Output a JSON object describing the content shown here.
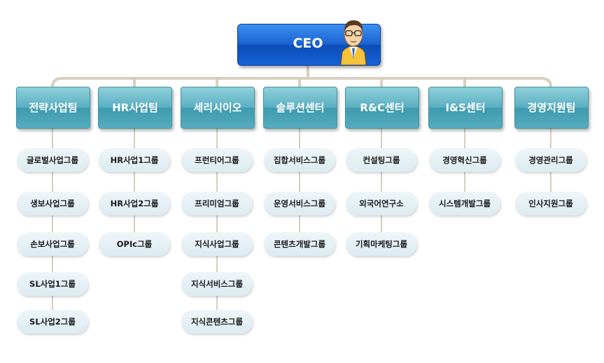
{
  "ceo": {
    "label": "CEO"
  },
  "teams": [
    {
      "name": "전략사업팀",
      "groups": [
        "글로벌사업그룹",
        "생보사업그룹",
        "손보사업그룹",
        "SL사업1그룹",
        "SL사업2그룹"
      ]
    },
    {
      "name": "HR사업팀",
      "groups": [
        "HR사업1그룹",
        "HR사업2그룹",
        "OPIc그룹"
      ]
    },
    {
      "name": "세리시이오",
      "groups": [
        "프런티어그룹",
        "프리미엄그룹",
        "지식사업그룹",
        "지식서비스그룹",
        "지식콘텐츠그룹"
      ]
    },
    {
      "name": "솔루션센터",
      "groups": [
        "집합서비스그룹",
        "운영서비스그룹",
        "콘텐츠개발그룹"
      ]
    },
    {
      "name": "R&C센터",
      "groups": [
        "컨설팅그룹",
        "외국어연구소",
        "기획마케팅그룹"
      ]
    },
    {
      "name": "I&S센터",
      "groups": [
        "경영혁신그룹",
        "시스템개발그룹"
      ]
    },
    {
      "name": "경영지원팀",
      "groups": [
        "경영관리그룹",
        "인사지원그룹"
      ]
    }
  ],
  "colors": {
    "ceo": "#1a64d2",
    "team": "#5cb0c2",
    "group": "#dcebf2",
    "connector": "#d8cfbf"
  }
}
